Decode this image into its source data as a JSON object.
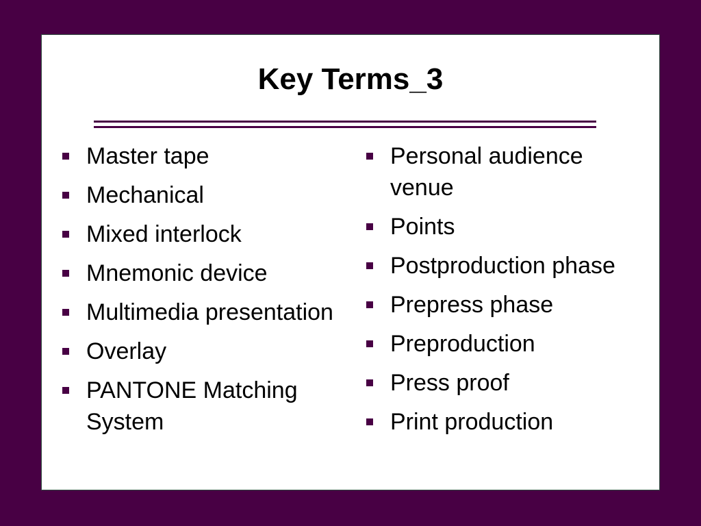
{
  "slide": {
    "title": "Key Terms_3",
    "colors": {
      "background": "#480044",
      "accent": "#480044",
      "slide": "#ffffff"
    },
    "bullet_icon": "square-bullet-icon",
    "left_items": [
      "Master tape",
      "Mechanical",
      "Mixed interlock",
      "Mnemonic device",
      "Multimedia presentation",
      "Overlay",
      "PANTONE Matching System"
    ],
    "right_items": [
      "Personal audience venue",
      "Points",
      "Postproduction phase",
      "Prepress phase",
      "Preproduction",
      "Press proof",
      "Print production"
    ]
  }
}
